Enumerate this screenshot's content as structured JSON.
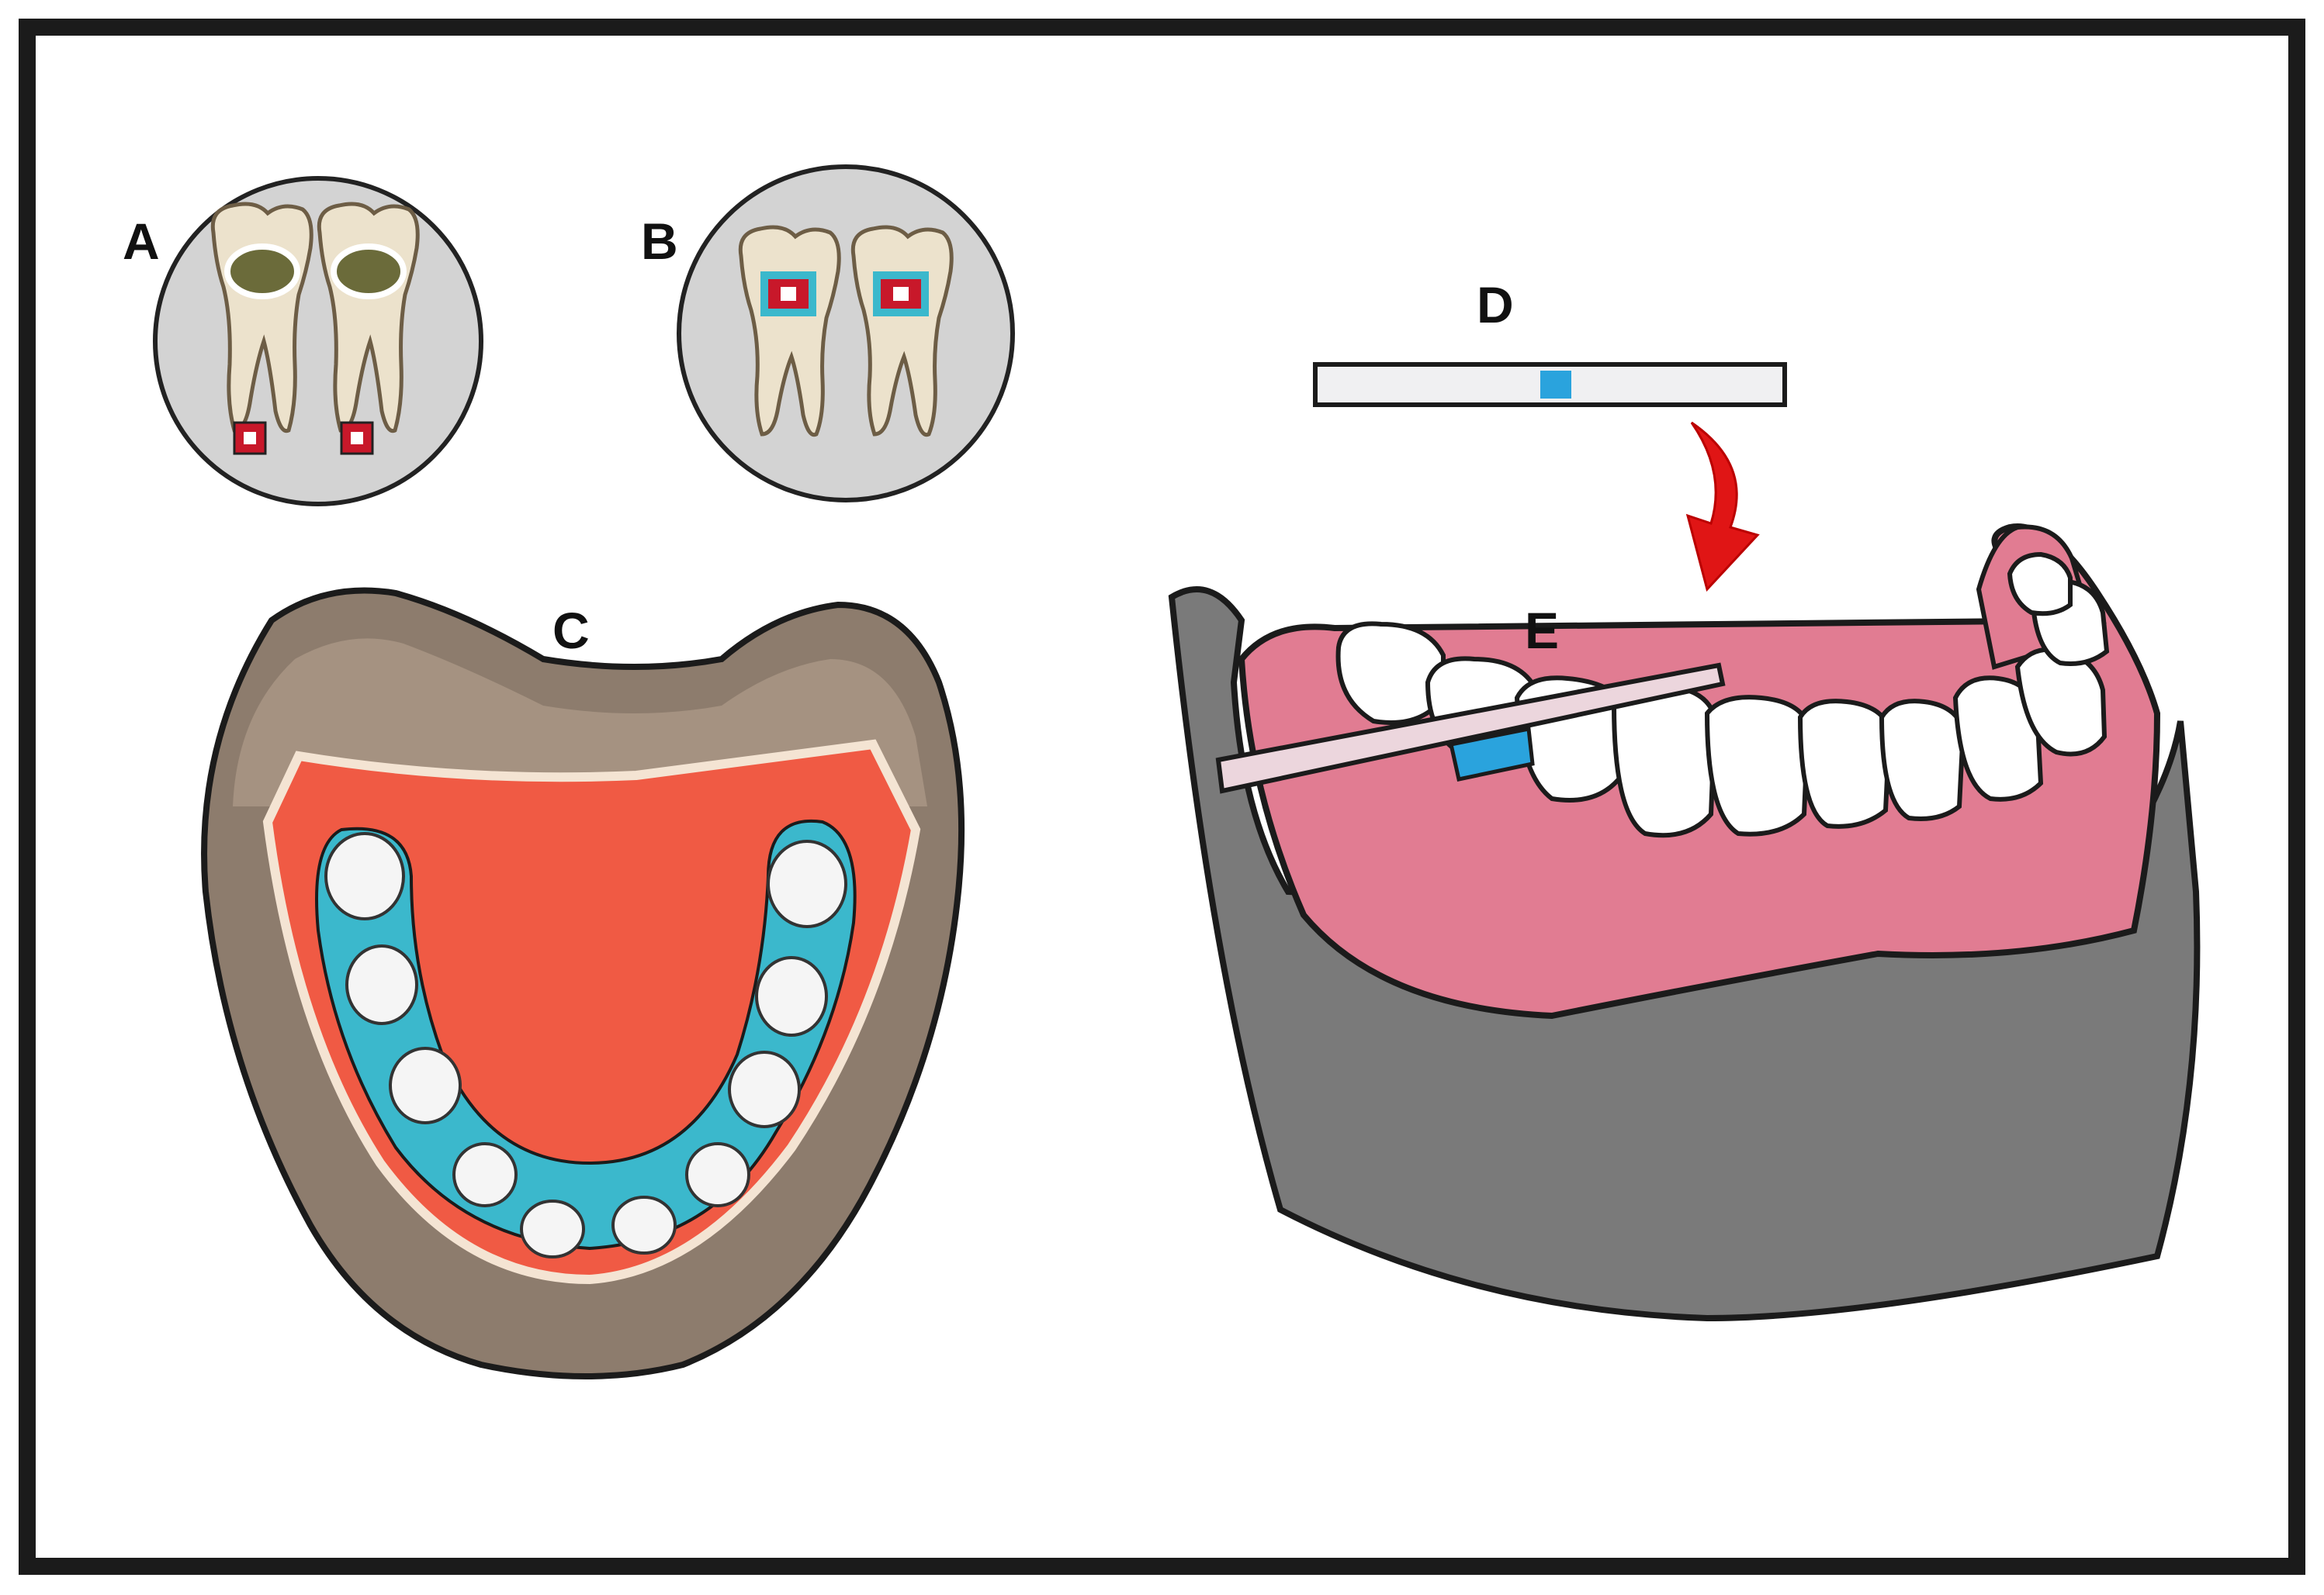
{
  "labels": {
    "a": "A",
    "b": "B",
    "c": "C",
    "d": "D",
    "e": "E"
  },
  "colors": {
    "frame": "#1b1b1b",
    "circle_bg": "#d3d3d3",
    "tooth": "#ece2cc",
    "tooth_white": "#ffffff",
    "cavity": "#6b6b3a",
    "marker_red": "#c8182a",
    "tray_outer": "#8d7c6d",
    "tray_inner": "#c9b7a4",
    "impression_red": "#f05a44",
    "impression_blue": "#3bb8cc",
    "gum_pink": "#e17c92",
    "base_gray": "#7a7a7a",
    "strip_blue": "#2aa3dd",
    "arrow_red": "#e01515",
    "strip_gray": "#f0f0f2"
  }
}
